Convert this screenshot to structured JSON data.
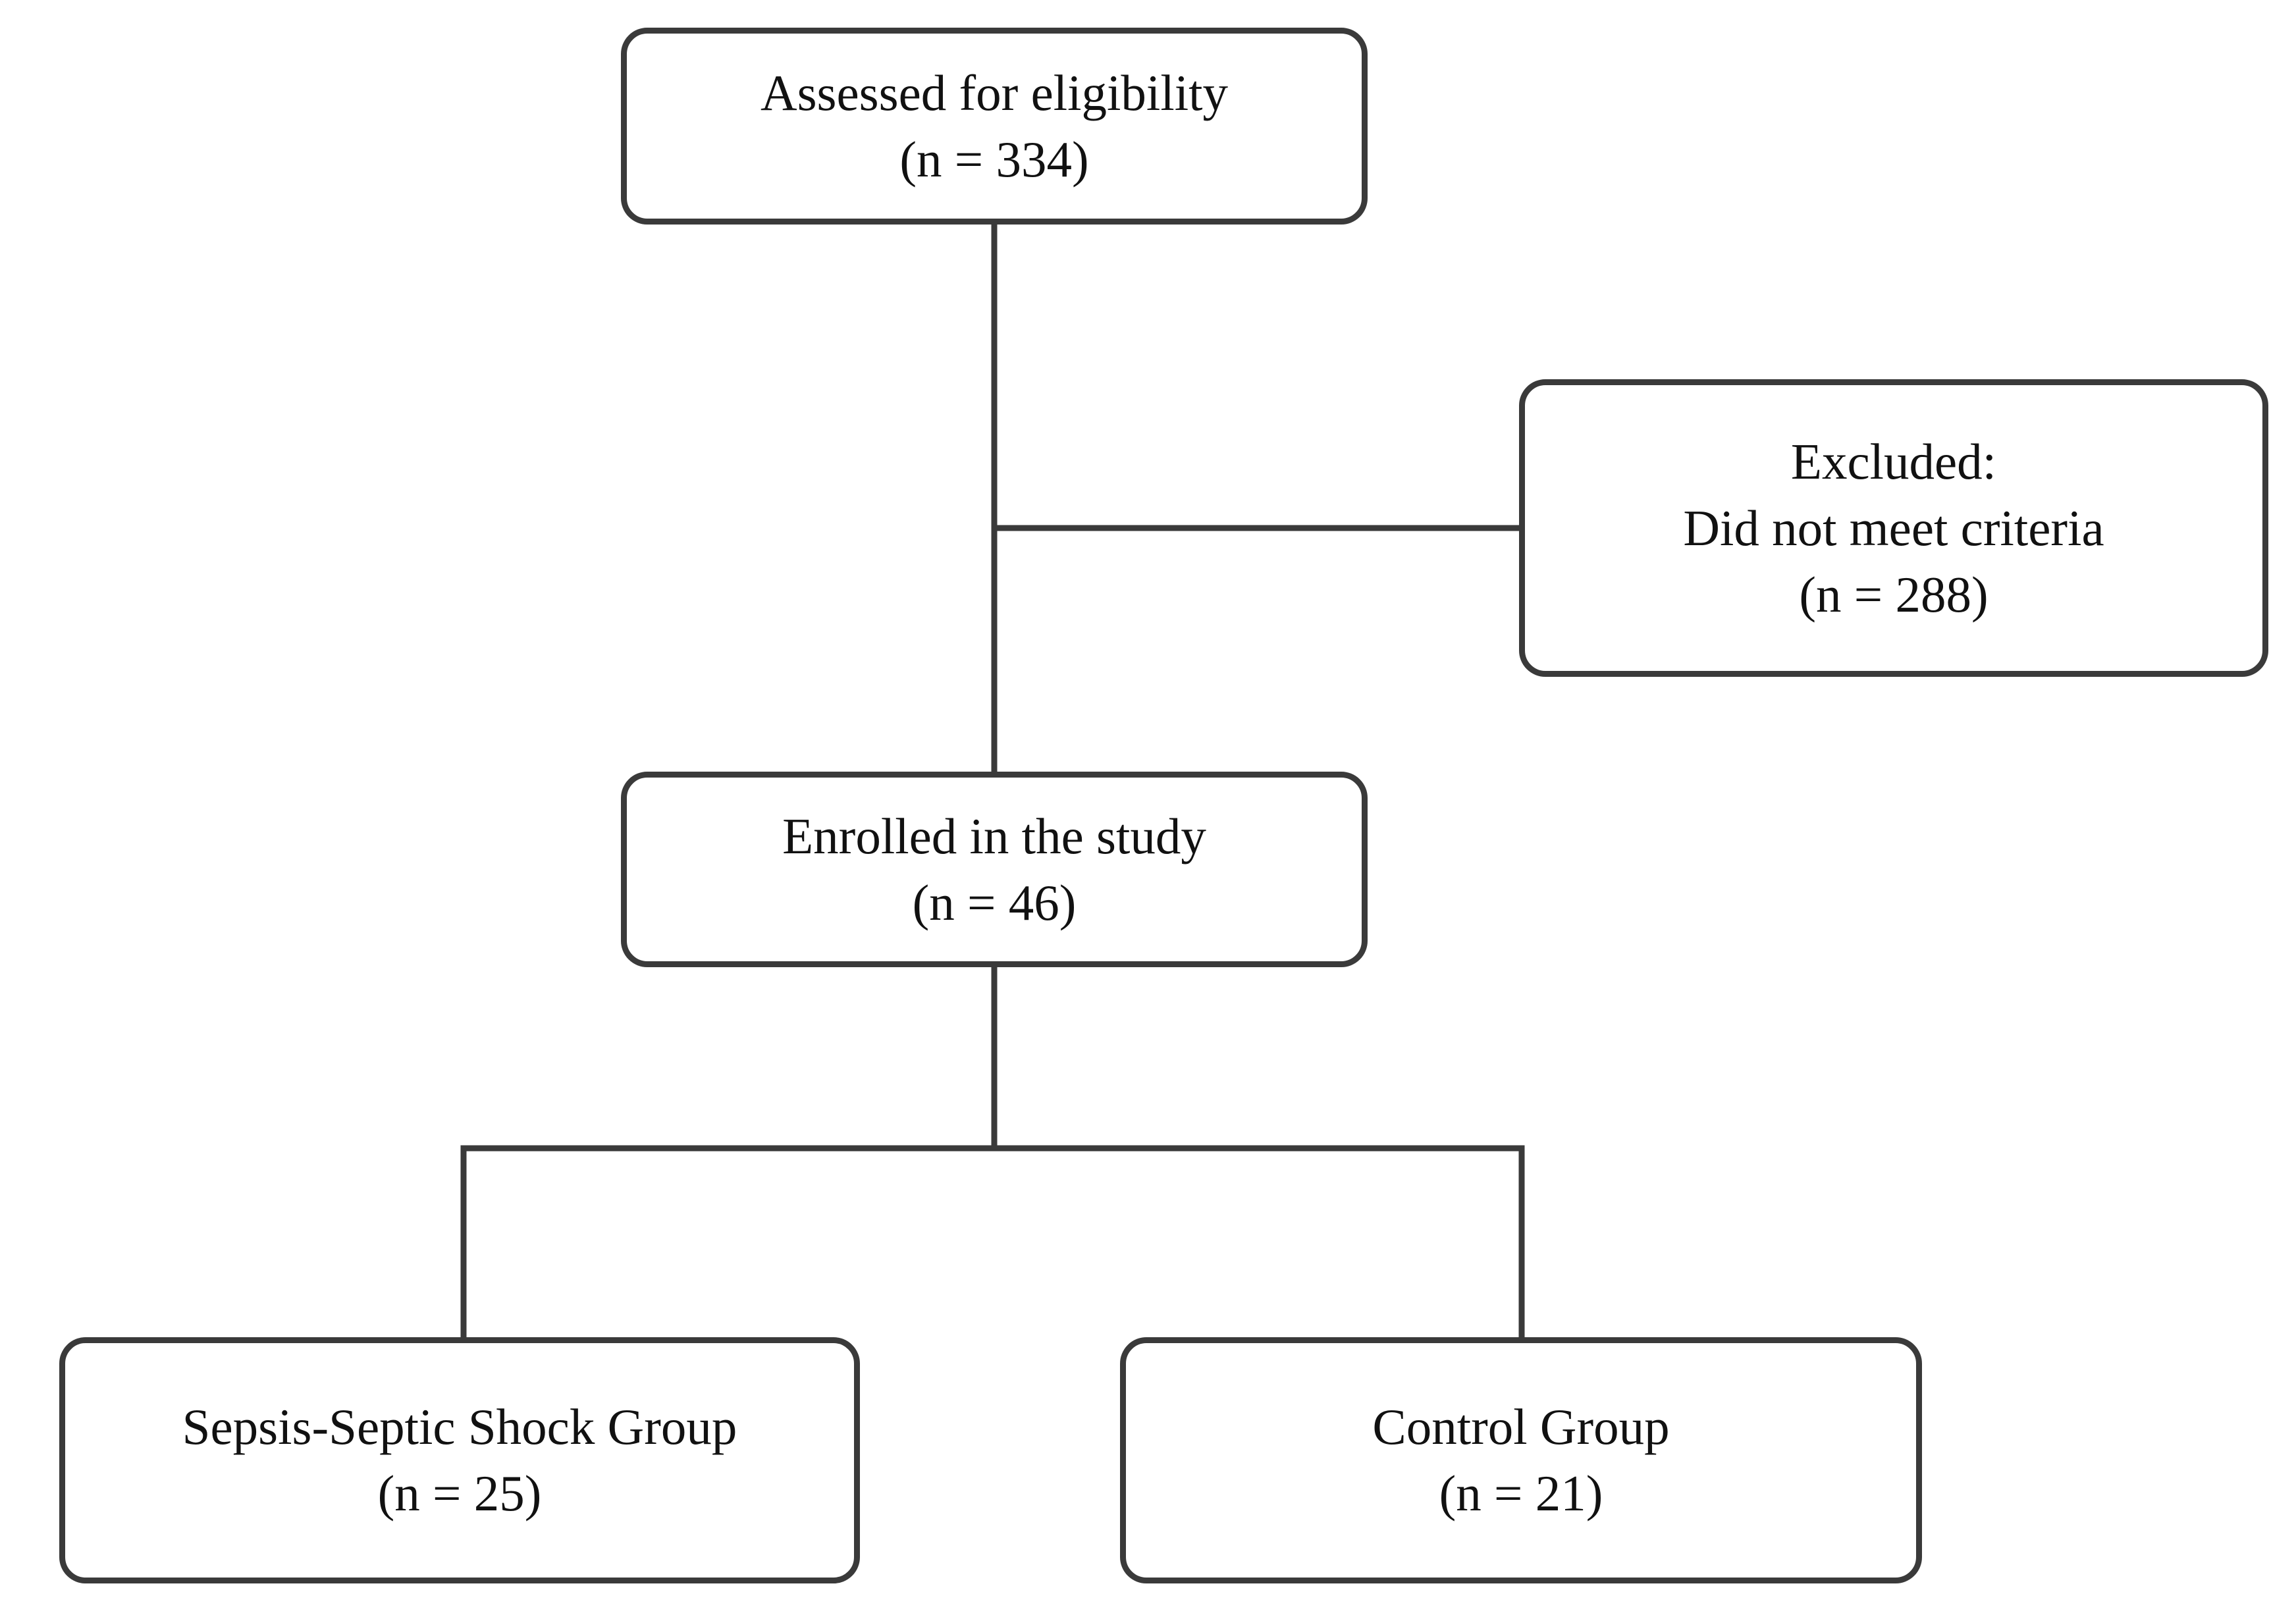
{
  "flowchart": {
    "assessed": {
      "label": "Assessed for eligibility",
      "count": "(n = 334)"
    },
    "excluded": {
      "label": "Excluded:",
      "reason": "Did not meet criteria",
      "count": "(n = 288)"
    },
    "enrolled": {
      "label": "Enrolled in the study",
      "count": "(n = 46)"
    },
    "sepsis_group": {
      "label": "Sepsis-Septic Shock Group",
      "count": "(n = 25)"
    },
    "control_group": {
      "label": "Control Group",
      "count": "(n = 21)"
    }
  },
  "colors": {
    "line": "#3a3a3a",
    "text": "#111111",
    "background": "#ffffff"
  }
}
